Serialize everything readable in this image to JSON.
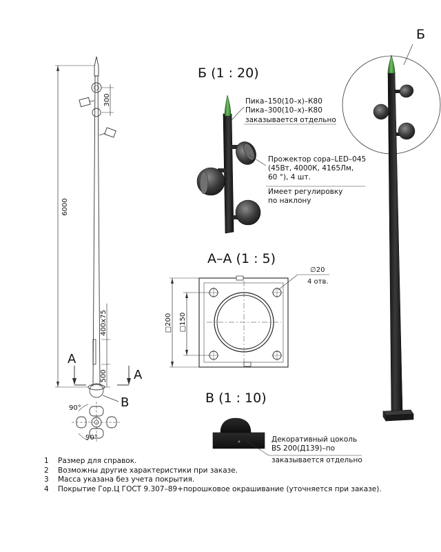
{
  "section_b_title": "Б (1 : 20)",
  "section_aa_title": "А–А (1 : 5)",
  "section_v_title": "В (1 : 10)",
  "view_letter_b_circle": "Б",
  "view_letter_b_small": "B",
  "cut_a_left": "A",
  "cut_a_right": "A",
  "dims": {
    "height_total": "6000",
    "top_offset": "300",
    "hatch": "400х75",
    "base_offset": "500",
    "plate_outer": "□200",
    "plate_bolts": "□150",
    "hole_dia": "∅20",
    "hole_count": "4 отв.",
    "angle_top": "90°",
    "angle_bottom": "90°"
  },
  "callout_spike": [
    "Пика–150(10–х)–К80",
    "Пика–300(10–х)–К80",
    "заказывается отдельно"
  ],
  "callout_projector": [
    "Прожектор copa–LED–045",
    "(45Вт, 4000К, 4165Лм,",
    "60 °), 4 шт.",
    "Имеет регулировку",
    "по наклону"
  ],
  "callout_base": [
    "Декоративный цоколь",
    "BS 200(Д139)–по",
    "заказывается отдельно"
  ],
  "notes": [
    {
      "num": "1",
      "text": "Размер для справок."
    },
    {
      "num": "2",
      "text": "Возможны другие характеристики при заказе."
    },
    {
      "num": "3",
      "text": "Масса указана без учета покрытия."
    },
    {
      "num": "4",
      "text": "Покрытие Гор.Ц ГОСТ 9.307–89+порошковое окрашивание (уточняется при заказе)."
    }
  ],
  "colors": {
    "spike_green": "#3e8a3e",
    "pole_dark": "#1f1f1f",
    "projector_gray": "#4a4a4a"
  }
}
